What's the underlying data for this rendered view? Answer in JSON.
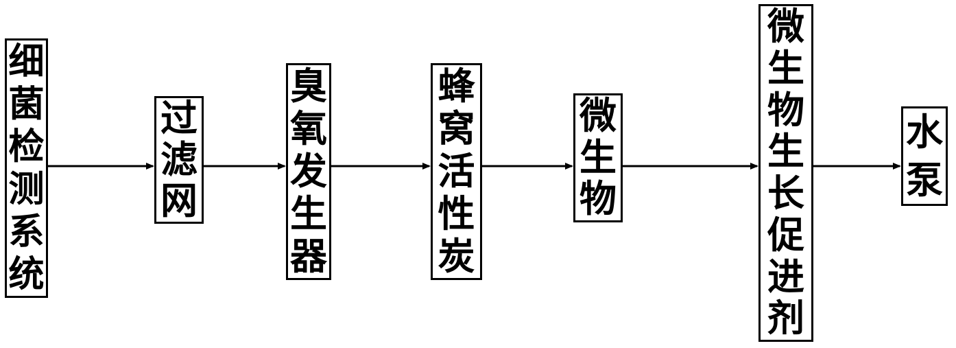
{
  "nodes": [
    {
      "id": "bacteria-detection",
      "label": "细菌检测系统"
    },
    {
      "id": "filter",
      "label": "过滤网"
    },
    {
      "id": "ozone-generator",
      "label": "臭氧发生器"
    },
    {
      "id": "honeycomb-carbon",
      "label": "蜂窝活性炭"
    },
    {
      "id": "microorganism",
      "label": "微生物"
    },
    {
      "id": "growth-promoter",
      "label": "微生物生长促进剂"
    },
    {
      "id": "water-pump",
      "label": "水泵"
    }
  ],
  "edges": [
    {
      "from": "bacteria-detection",
      "to": "filter"
    },
    {
      "from": "filter",
      "to": "ozone-generator"
    },
    {
      "from": "ozone-generator",
      "to": "honeycomb-carbon"
    },
    {
      "from": "honeycomb-carbon",
      "to": "microorganism"
    },
    {
      "from": "microorganism",
      "to": "growth-promoter"
    },
    {
      "from": "growth-promoter",
      "to": "water-pump"
    }
  ],
  "colors": {
    "stroke": "#000000",
    "fill": "#ffffff"
  }
}
